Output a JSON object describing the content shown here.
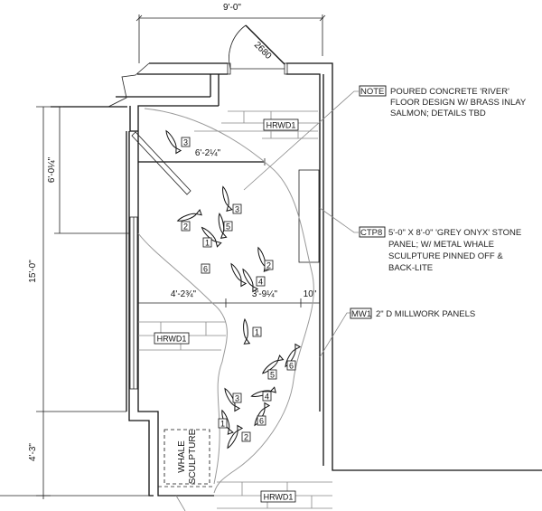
{
  "dimensions": {
    "overall_width": "9'-0\"",
    "overall_height": "15'-0\"",
    "upper_section": "6'-0¼\"",
    "lower_section": "4'-3\"",
    "upper_width": "6'-2¼\"",
    "left_width": "4'-2¾\"",
    "mid_width": "3'-9¼\"",
    "right_width": "10\""
  },
  "door_tag": "2680",
  "floor_tags": [
    "HRWD1",
    "HRWD1",
    "HRWD1"
  ],
  "whale_label": [
    "WHALE",
    "SCULPTURE"
  ],
  "fish_tags": [
    "3",
    "3",
    "2",
    "5",
    "1",
    "6",
    "2",
    "4",
    "1",
    "6",
    "5",
    "4",
    "3",
    "6",
    "1",
    "2"
  ],
  "notes": [
    {
      "code": "NOTE",
      "lines": [
        "POURED CONCRETE 'RIVER'",
        "FLOOR DESIGN W/ BRASS INLAY",
        "SALMON; DETAILS TBD"
      ]
    },
    {
      "code": "CTP8",
      "lines": [
        "5'-0\" X 8'-0\" 'GREY ONYX' STONE",
        "PANEL; W/ METAL WHALE",
        "SCULPTURE PINNED OFF &",
        "BACK-LITE"
      ]
    },
    {
      "code": "MW1",
      "lines": [
        "2\" D MILLWORK PANELS"
      ]
    }
  ]
}
